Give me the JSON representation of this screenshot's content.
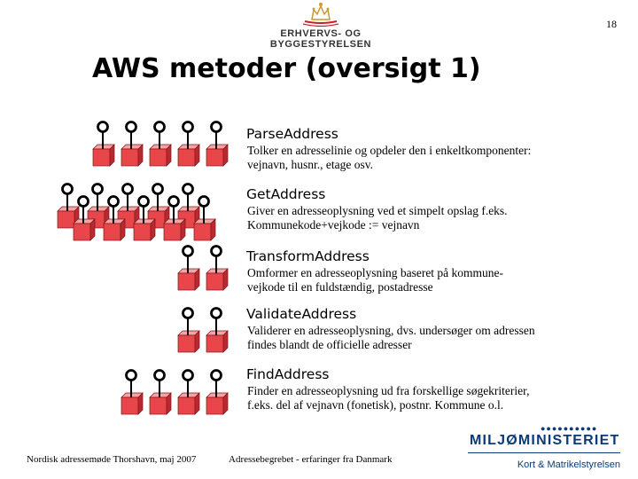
{
  "page_number": "18",
  "header": {
    "org_name": "ERHVERVS- OG BYGGESTYRELSEN"
  },
  "title": "AWS metoder (oversigt 1)",
  "methods": [
    {
      "name": "ParseAddress",
      "desc_line1": "Tolker en adresselinie og opdeler den i enkeltkomponenter:",
      "desc_line2": "vejnavn, husnr., etage osv."
    },
    {
      "name": "GetAddress",
      "desc_line1": "Giver en adresseoplysning ved et simpelt opslag f.eks.",
      "desc_line2": "Kommunekode+vejkode := vejnavn"
    },
    {
      "name": "TransformAddress",
      "desc_line1": "Omformer en adresseoplysning baseret på kommune-",
      "desc_line2": "vejkode til en fuldstændig, postadresse"
    },
    {
      "name": "ValidateAddress",
      "desc_line1": "Validerer en adresseoplysning, dvs. undersøger om adressen",
      "desc_line2": "findes blandt de officielle adresser"
    },
    {
      "name": "FindAddress",
      "desc_line1": "Finder en adresseoplysning ud fra forskellige søgekriterier,",
      "desc_line2": "f.eks. del af vejnavn (fonetisk), postnr. Kommune o.l."
    }
  ],
  "footer": {
    "left": "Nordisk adressemøde Thorshavn, maj 2007",
    "middle": "Adressebegrebet - erfaringer fra Danmark"
  },
  "ministry_logo": {
    "name": "MILJØMINISTERIET",
    "agency": "Kort & Matrikelstyrelsen"
  },
  "colors": {
    "cube_front": "#e8464a",
    "cube_top": "#f7a3a5",
    "cube_side": "#b82a2e",
    "ministry_blue": "#0a3a78"
  }
}
